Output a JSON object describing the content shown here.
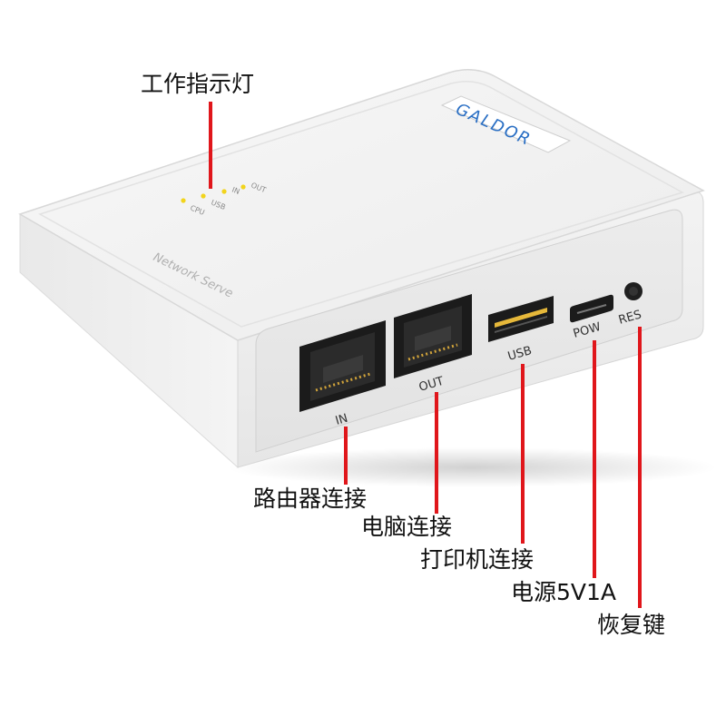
{
  "device": {
    "brand": "GALDOR",
    "side_text": "Network Serve",
    "indicators": [
      "OUT",
      "IN",
      "USB",
      "CPU"
    ],
    "port_labels": {
      "in": "IN",
      "out": "OUT",
      "usb": "USB",
      "pow": "POW",
      "res": "RES"
    }
  },
  "callouts": {
    "indicator": "工作指示灯",
    "router": "路由器连接",
    "computer": "电脑连接",
    "printer": "打印机连接",
    "power": "电源5V1A",
    "reset": "恢复键"
  },
  "colors": {
    "leader_line": "#e0161b",
    "led": "#f2d41c",
    "logo_blue": "#2a6fc4"
  }
}
